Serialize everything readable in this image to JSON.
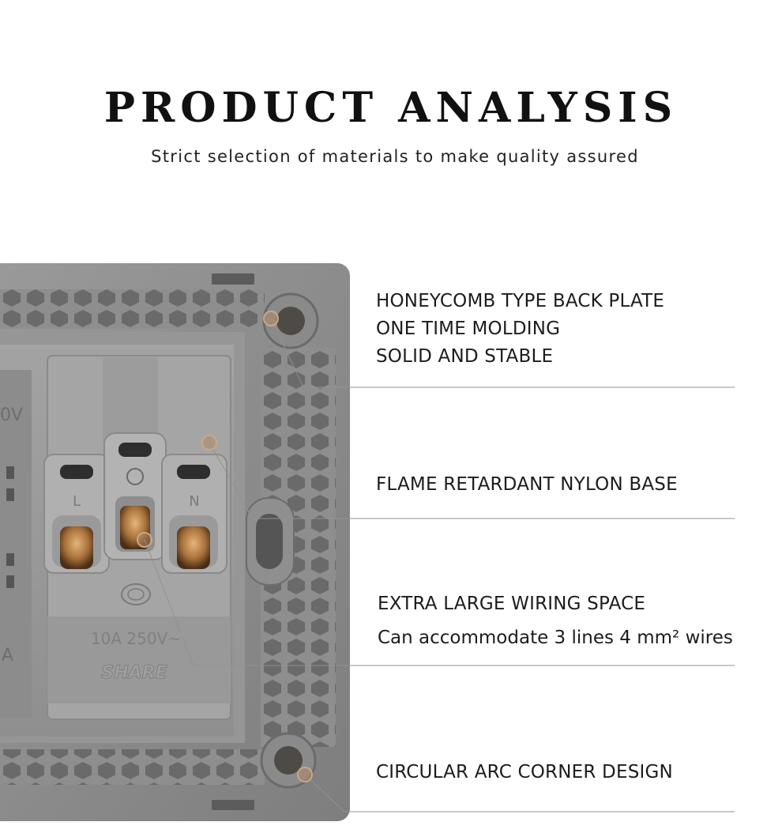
{
  "header": {
    "title": "PRODUCT ANALYSIS",
    "subtitle": "Strict selection of materials to make quality assured"
  },
  "socket_markings": {
    "left_terminal": "L",
    "right_terminal": "N",
    "rating": "10A 250V~",
    "brand": "SHARE",
    "edge_partial_top": "0V",
    "edge_partial_bottom": "A"
  },
  "callouts": [
    {
      "lines": [
        "HONEYCOMB TYPE BACK PLATE",
        "ONE TIME MOLDING",
        "SOLID AND STABLE"
      ]
    },
    {
      "lines": [
        "FLAME RETARDANT NYLON BASE"
      ]
    },
    {
      "lines": [
        "EXTRA LARGE WIRING SPACE",
        "Can accommodate 3 lines 4 mm² wires"
      ]
    },
    {
      "lines": [
        "CIRCULAR ARC CORNER DESIGN"
      ]
    }
  ],
  "colors": {
    "plate": "#8c8c8c",
    "plate_dark": "#6f6f6f",
    "leader_line": "#9a8f86",
    "marker": "#b08a6a",
    "copper": "#b8864a"
  }
}
